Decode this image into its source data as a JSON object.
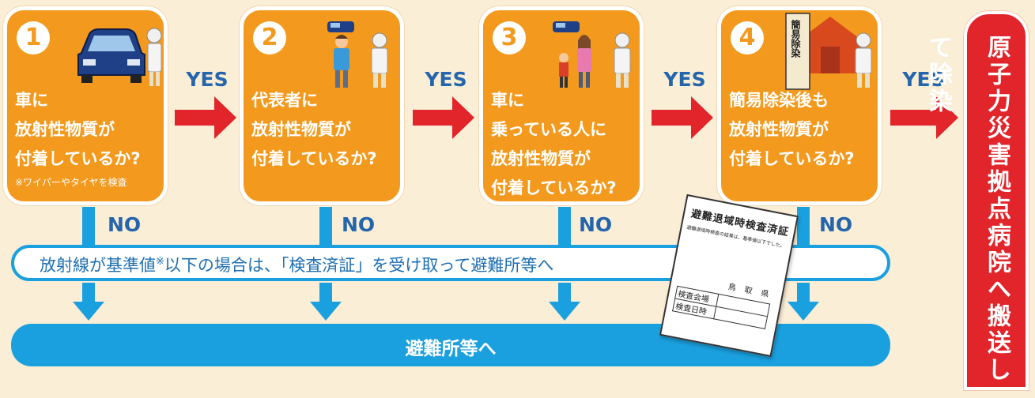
{
  "colors": {
    "orange": "#f39a1e",
    "blue": "#1aa0df",
    "red": "#e2242b",
    "text_blue": "#2565ac"
  },
  "steps": [
    {
      "number": "1",
      "text": "車に\n放射性物質が\n付着しているか?",
      "note": "※ワイパーやタイヤを検査",
      "illustration": "car-inspection-illustration"
    },
    {
      "number": "2",
      "text": "代表者に\n放射性物質が\n付着しているか?",
      "illustration": "representative-inspection-illustration"
    },
    {
      "number": "3",
      "text": "車に\n乗っている人に\n放射性物質が\n付着しているか?",
      "illustration": "family-inspection-illustration"
    },
    {
      "number": "4",
      "text": "簡易除染後も\n放射性物質が\n付着しているか?",
      "illustration": "decontamination-tent-illustration",
      "tent_sign": "簡易除染"
    }
  ],
  "yes_label": "YES",
  "no_label": "NO",
  "band": {
    "text_before": "放射線が基準値",
    "mark": "※",
    "text_after": "以下の場合は、「検査済証」を受け取って避難所等へ"
  },
  "shelter_label": "避難所等へ",
  "certificate": {
    "title": "避難退域時検査済証",
    "body": "避難退域時検査の結果は、基準値以下でした。",
    "prefecture": "鳥 取 県",
    "rows": [
      "検査会場",
      "検査日時"
    ]
  },
  "hospital_label": "原子力災害拠点病院へ搬送して除染"
}
